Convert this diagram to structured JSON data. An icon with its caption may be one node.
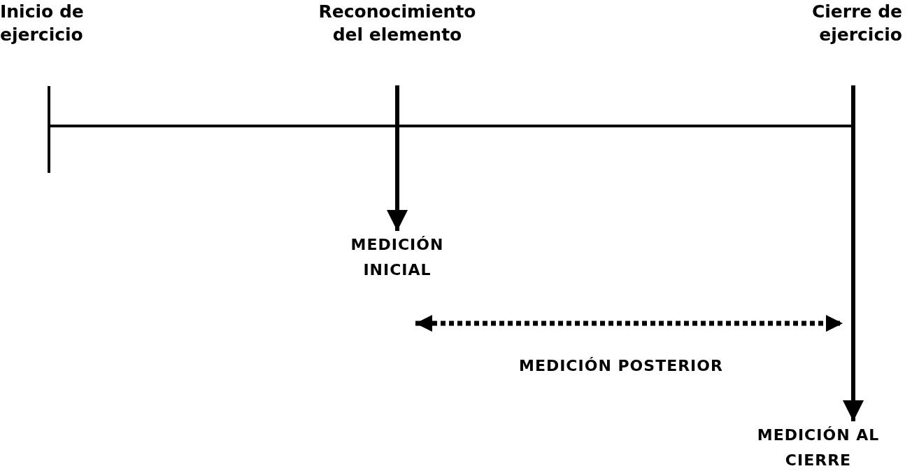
{
  "diagram": {
    "nodes": [
      {
        "text": [
          "Inicio de ejercicio"
        ]
      },
      {
        "text": [
          "Reconocimiento del elemento"
        ]
      },
      {
        "text": [
          "Cierre de ejercicio"
        ]
      },
      {
        "text": [
          "MEDICIÓN INICIAL"
        ]
      },
      {
        "text": [
          "MEDICIÓN AL CIERRE"
        ]
      }
    ],
    "edges": [
      {
        "from": 1,
        "to": 3,
        "arrow": "to"
      },
      {
        "from": 2,
        "to": 4,
        "arrow": "to"
      }
    ],
    "labels": [
      "MEDICIÓN POSTERIOR"
    ]
  }
}
